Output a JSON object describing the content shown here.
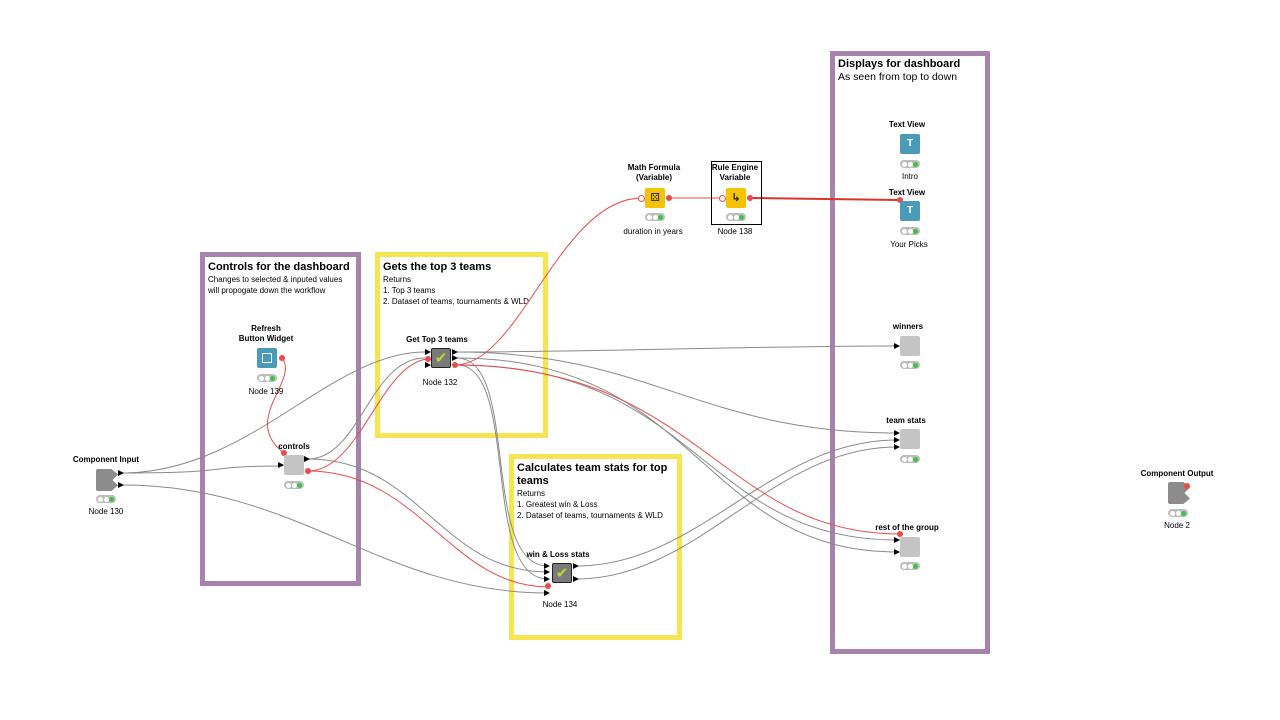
{
  "annotations": {
    "controls": {
      "title": "Controls for the dashboard",
      "line1": "Changes to selected & inputed values",
      "line2": "will propogate down the workflow"
    },
    "top3": {
      "title": "Gets the top 3 teams",
      "line1": "Returns",
      "line2": "1. Top 3 teams",
      "line3": "2. Dataset of teams, tournaments & WLD"
    },
    "teamstats": {
      "title": "Calculates team stats for top teams",
      "line1": "Returns",
      "line2": "1. Greatest win & Loss",
      "line3": "2. Dataset of teams, tournaments & WLD"
    },
    "displays": {
      "title": "Displays for dashboard",
      "subtitle": "As seen from top to down"
    }
  },
  "nodes": {
    "component_input": {
      "title": "Component Input",
      "label": "Node 130",
      "icon": "component-input-icon"
    },
    "refresh_button": {
      "title": "Refresh\nButton Widget",
      "label": "Node 139",
      "icon": "refresh-button-icon"
    },
    "controls": {
      "title": "controls",
      "label": "",
      "icon": "component-icon"
    },
    "get_top3": {
      "title": "Get Top 3 teams",
      "label": "Node 132",
      "icon": "metanode-check-icon"
    },
    "math_formula": {
      "title": "Math Formula\n(Variable)",
      "label": "duration in years",
      "icon": "math-formula-icon"
    },
    "rule_engine": {
      "title": "Rule Engine\nVariable",
      "label": "Node 138",
      "icon": "rule-engine-icon"
    },
    "text_view_intro": {
      "title": "Text View",
      "label": "Intro",
      "icon": "text-view-icon"
    },
    "text_view_picks": {
      "title": "Text View",
      "label": "Your Picks",
      "icon": "text-view-icon"
    },
    "winners": {
      "title": "winners",
      "label": "",
      "icon": "component-icon"
    },
    "team_stats": {
      "title": "team stats",
      "label": "",
      "icon": "component-icon"
    },
    "rest_of_group": {
      "title": "rest of the group",
      "label": "",
      "icon": "component-icon"
    },
    "win_loss": {
      "title": "win & Loss stats",
      "label": "Node 134",
      "icon": "metanode-check-icon"
    },
    "component_output": {
      "title": "Component Output",
      "label": "Node 2",
      "icon": "component-output-icon"
    }
  },
  "colors": {
    "annotation_purple": "#a782ac",
    "annotation_yellow": "#f5e552",
    "data_wire": "#8a8a8a",
    "variable_wire": "#e74c4c",
    "status_green": "#3ec246",
    "node_blue": "#4a9bb7",
    "node_yellow": "#f5c400"
  }
}
